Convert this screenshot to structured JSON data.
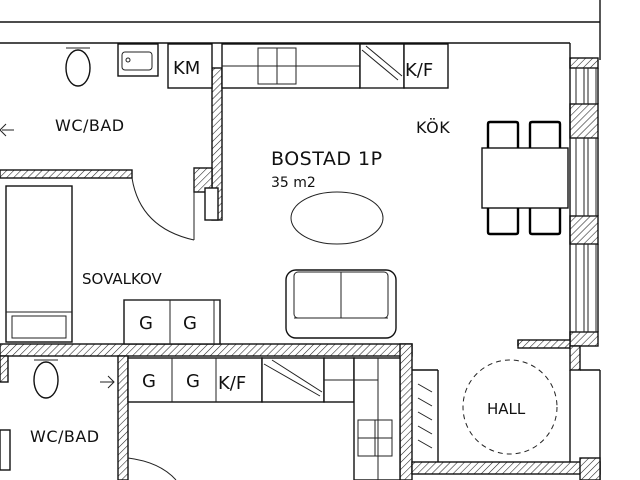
{
  "labels": {
    "apartment_name": "BOSTAD 1P",
    "apartment_area": "35 m2",
    "kitchen": "KÖK",
    "wc_bath": "WC/BAD",
    "sleeping_alcove": "SOVALKOV",
    "hall": "HALL",
    "wc_bath_lower": "WC/BAD"
  },
  "cabinet_labels": {
    "microwave": "KM",
    "fridge_freezer": "K/F",
    "wardrobe": "G",
    "fridge_freezer_lower": "K/F"
  },
  "colors": {
    "background": "#ffffff",
    "lines": "#111111"
  }
}
